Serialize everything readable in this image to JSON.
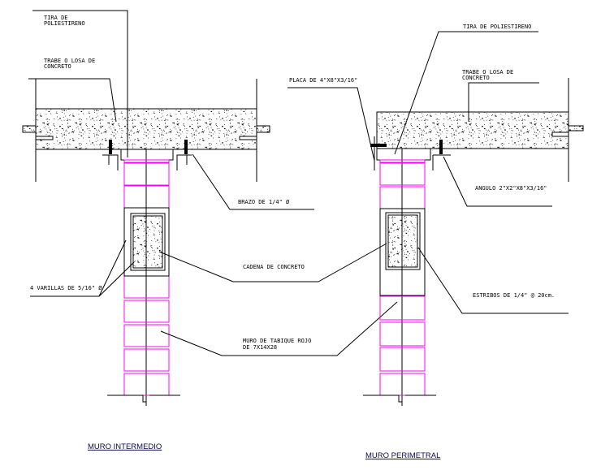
{
  "left": {
    "title": "MURO INTERMEDIO",
    "labels": {
      "tira_1": "TIRA DE",
      "tira_2": "POLIESTIRENO",
      "trabe_1": "TRABE O LOSA DE",
      "trabe_2": "CONCRETO",
      "brazo": "BRAZO DE 1/4\" Ø",
      "varillas": "4 VARILLAS DE 5/16\" Ø"
    }
  },
  "center": {
    "cadena": "CADENA DE CONCRETO",
    "muro_1": "MURO DE TABIQUE ROJO",
    "muro_2": "DE 7X14X28"
  },
  "right": {
    "title": "MURO PERIMETRAL",
    "labels": {
      "tira": "TIRA DE POLIESTIRENO",
      "placa": "PLACA DE 4\"X8\"X3/16\"",
      "trabe_1": "TRABE O LOSA DE",
      "trabe_2": "CONCRETO",
      "angulo": "ANGULO 2\"X2\"X8\"X3/16\"",
      "estribos": "ESTRIBOS DE 1/4\" @ 20cm."
    }
  },
  "colors": {
    "brick": "#ff00ff",
    "line": "#000000",
    "title": "#0a0a50"
  }
}
